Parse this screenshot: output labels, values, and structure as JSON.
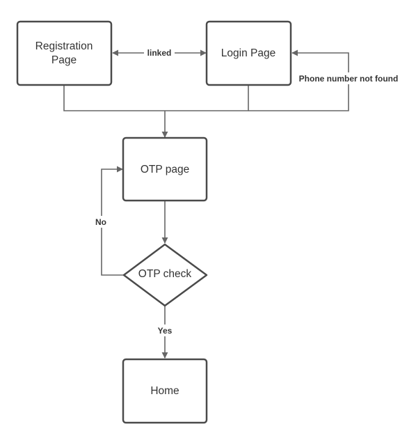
{
  "nodes": {
    "registration": {
      "line1": "Registration",
      "line2": "Page"
    },
    "login": {
      "label": "Login Page"
    },
    "otp_page": {
      "label": "OTP page"
    },
    "otp_check": {
      "label": "OTP check"
    },
    "home": {
      "label": "Home"
    }
  },
  "edges": {
    "linked": "linked",
    "phone_not_found": "Phone number not found",
    "no": "No",
    "yes": "Yes"
  }
}
